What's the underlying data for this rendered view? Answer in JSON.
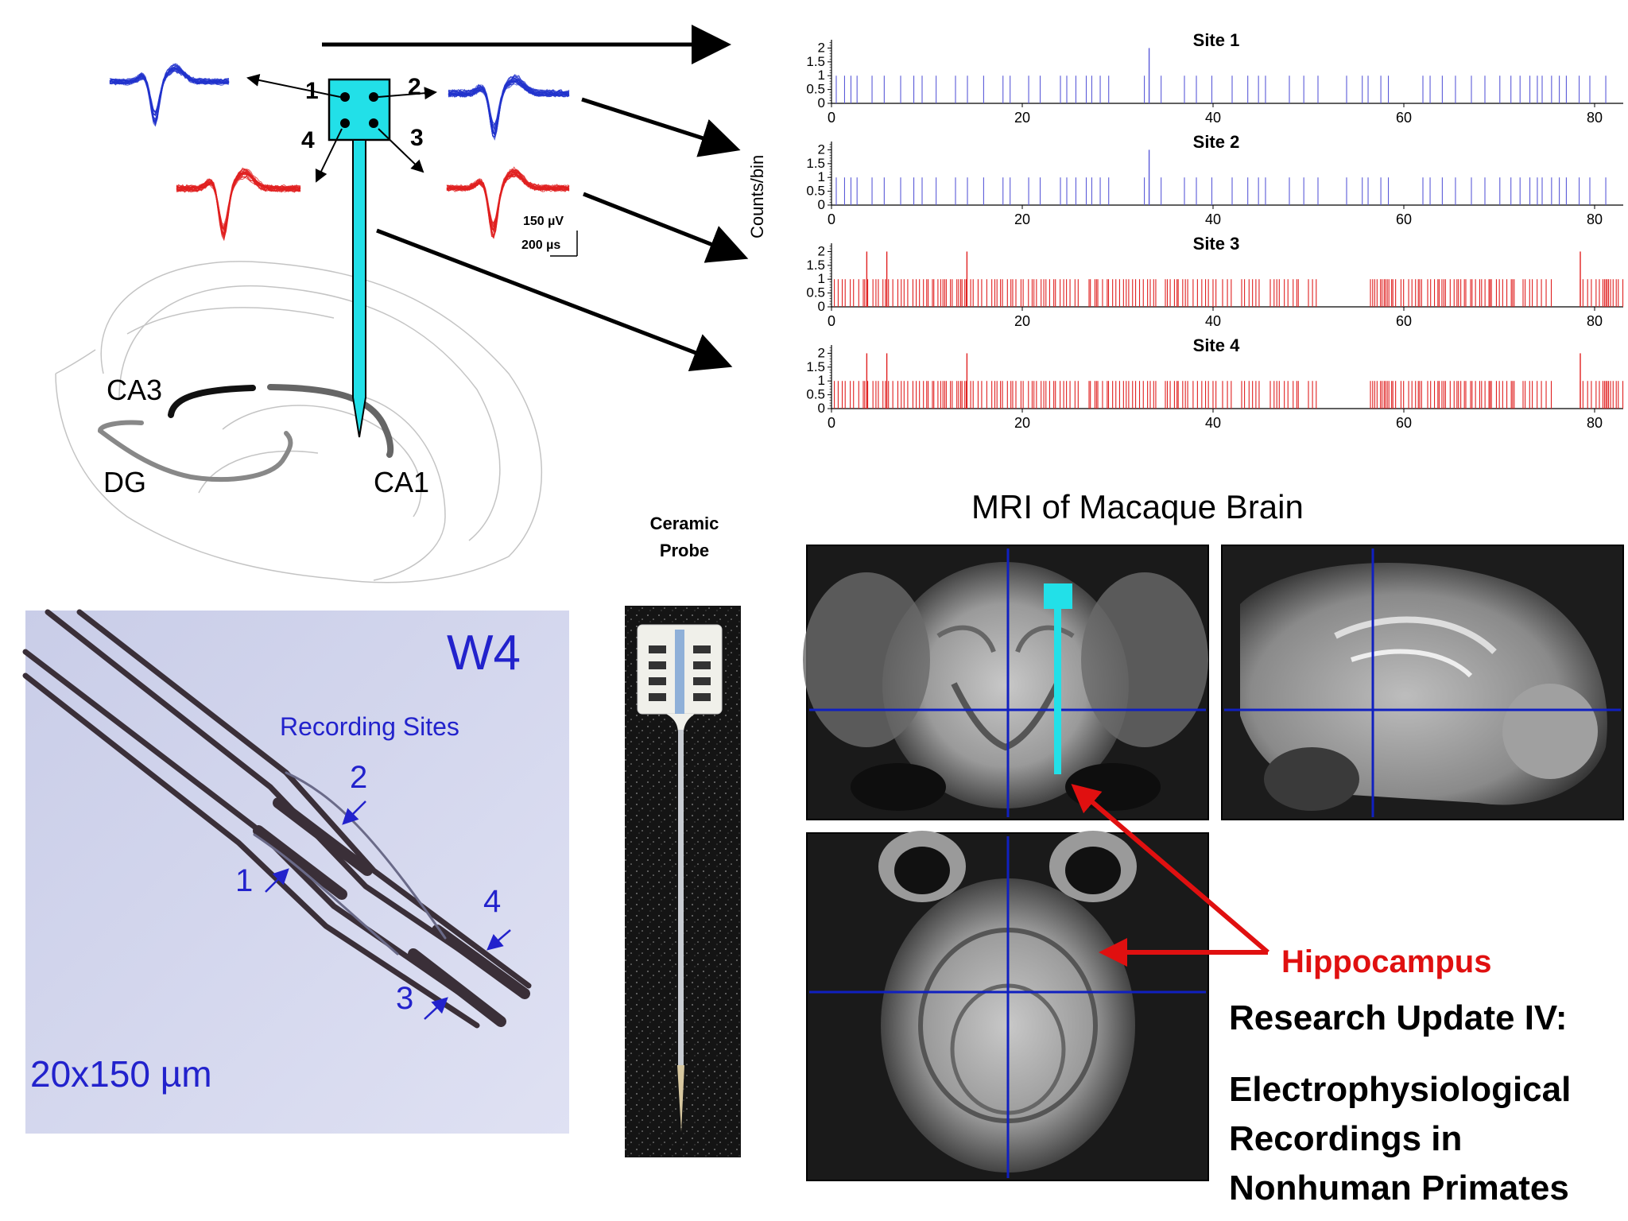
{
  "probe_diagram": {
    "site_labels": [
      "1",
      "2",
      "3",
      "4"
    ],
    "scale_voltage": "150 µV",
    "scale_time": "200 µs",
    "region_labels": {
      "ca3": "CA3",
      "dg": "DG",
      "ca1": "CA1"
    },
    "waveform_colors": {
      "sites_1_2": "#2233cc",
      "sites_3_4": "#e02020"
    },
    "probe_color": "#22e0e8"
  },
  "chart_data": {
    "type": "bar",
    "ylabel": "Counts/bin",
    "x_ticks": [
      0,
      20,
      40,
      60,
      80
    ],
    "y_ticks": [
      0,
      0.5,
      1,
      1.5,
      2
    ],
    "xlim": [
      0,
      83
    ],
    "ylim": [
      0,
      2.3
    ],
    "series": [
      {
        "name": "Site 1",
        "color": "#5a5ad8",
        "spike_value": 1,
        "doublet_times": [
          33.3
        ],
        "active_ranges": [
          [
            0.5,
            9
          ],
          [
            9.5,
            12
          ],
          [
            13,
            22
          ],
          [
            24,
            29.5
          ],
          [
            32.8,
            35
          ],
          [
            37,
            41
          ],
          [
            42,
            46
          ],
          [
            48,
            50
          ],
          [
            51,
            52
          ],
          [
            54,
            59
          ],
          [
            62,
            68
          ],
          [
            68.5,
            74
          ],
          [
            74.5,
            79
          ],
          [
            79.5,
            82.5
          ]
        ],
        "density": 0.6
      },
      {
        "name": "Site 2",
        "color": "#5a5ad8",
        "spike_value": 1,
        "doublet_times": [
          33.3
        ],
        "active_ranges": [
          [
            0.5,
            9
          ],
          [
            9.5,
            12
          ],
          [
            13,
            22
          ],
          [
            24,
            29.5
          ],
          [
            32.8,
            35
          ],
          [
            37,
            41
          ],
          [
            42,
            46
          ],
          [
            48,
            50
          ],
          [
            51,
            52
          ],
          [
            54,
            59
          ],
          [
            62,
            68
          ],
          [
            68.5,
            74
          ],
          [
            74.5,
            79
          ],
          [
            79.5,
            82.5
          ]
        ],
        "density": 0.6
      },
      {
        "name": "Site 3",
        "color": "#e02020",
        "spike_value": 1,
        "doublet_times": [
          3.7,
          5.8,
          14.2,
          78.5
        ],
        "active_ranges": [
          [
            0.3,
            26
          ],
          [
            27,
            34
          ],
          [
            35,
            40.5
          ],
          [
            41,
            42
          ],
          [
            43,
            45
          ],
          [
            46,
            49
          ],
          [
            50,
            51
          ],
          [
            56.5,
            62
          ],
          [
            62.5,
            66.5
          ],
          [
            67,
            72
          ],
          [
            72.5,
            75.5
          ],
          [
            78.5,
            83
          ]
        ],
        "density": 2.2
      },
      {
        "name": "Site 4",
        "color": "#e02020",
        "spike_value": 1,
        "doublet_times": [
          3.7,
          5.8,
          14.2,
          78.5
        ],
        "active_ranges": [
          [
            0.3,
            26
          ],
          [
            27,
            34
          ],
          [
            35,
            40.5
          ],
          [
            41,
            42
          ],
          [
            43,
            45
          ],
          [
            46,
            49
          ],
          [
            50,
            51
          ],
          [
            56.5,
            62
          ],
          [
            62.5,
            66.5
          ],
          [
            67,
            72
          ],
          [
            72.5,
            75.5
          ],
          [
            78.5,
            83
          ]
        ],
        "density": 2.2
      }
    ]
  },
  "microscope": {
    "title": "W4",
    "subtitle": "Recording Sites",
    "site_labels": [
      "1",
      "2",
      "3",
      "4"
    ],
    "scale": "20x150 µm",
    "text_color": "#2222cc"
  },
  "ceramic_probe": {
    "label_line1": "Ceramic",
    "label_line2": "Probe"
  },
  "mri": {
    "title": "MRI of Macaque Brain",
    "annotation": "Hippocampus",
    "crosshair_color": "#1020c0",
    "arrow_color": "#e01010"
  },
  "heading": {
    "line1": "Research Update IV:",
    "line2": "Electrophysiological",
    "line3": "Recordings  in",
    "line4": "Nonhuman Primates"
  }
}
